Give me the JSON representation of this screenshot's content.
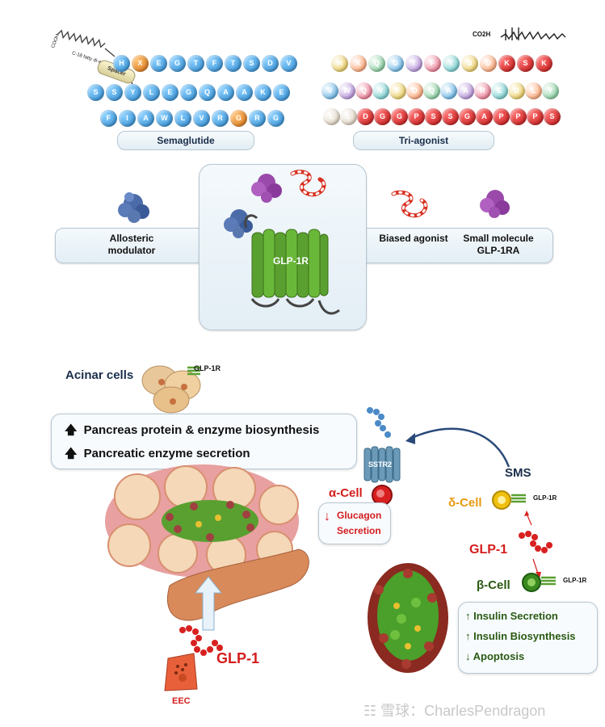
{
  "top": {
    "semaglutide": {
      "label": "Semaglutide",
      "sidechain_cooh": "COOH",
      "sidechain_acid": "C-18 fatty di-acid",
      "spacer": "Spacer",
      "row1": [
        "H",
        "X",
        "E",
        "G",
        "T",
        "F",
        "T",
        "S",
        "D",
        "V"
      ],
      "row2": [
        "E",
        "K",
        "A",
        "A",
        "Q",
        "G",
        "E",
        "L",
        "Y",
        "S",
        "S"
      ],
      "row3": [
        "F",
        "I",
        "A",
        "W",
        "L",
        "V",
        "R",
        "G",
        "R",
        "G"
      ]
    },
    "triagonist": {
      "label": "Tri-agonist",
      "co2h": "CO2H",
      "row1": [
        "H",
        "X",
        "Q",
        "G",
        "T",
        "F",
        "T",
        "S",
        "D",
        "K",
        "S",
        "K"
      ],
      "row2": [
        "V",
        "W",
        "Q",
        "V",
        "F",
        "D",
        "Q",
        "A",
        "A",
        "R",
        "E",
        "D",
        "L",
        "Y"
      ],
      "row3": [
        "L",
        "L",
        "D",
        "G",
        "G",
        "P",
        "S",
        "S",
        "G",
        "A",
        "P",
        "P",
        "P",
        "S"
      ]
    }
  },
  "receptor": {
    "label": "GLP-1R",
    "allosteric": "Allosteric modulator",
    "biased": "Biased agonist",
    "small_molecule": "Small molecule GLP-1RA"
  },
  "bottom": {
    "acinar_cells": "Acinar cells",
    "acinar_glp1r": "GLP-1R",
    "effects": [
      "Pancreas protein & enzyme biosynthesis",
      "Pancreatic enzyme secretion"
    ],
    "sstr2": "SSTR2",
    "alpha_cell": "α-Cell",
    "glucagon": "Glucagon",
    "secretion": "Secretion",
    "sms": "SMS",
    "delta_cell": "δ-Cell",
    "delta_glp1r": "GLP-1R",
    "glp1_mid": "GLP-1",
    "beta_cell": "β-Cell",
    "beta_glp1r": "GLP-1R",
    "beta_effects": [
      "Insulin Secretion",
      "Insulin Biosynthesis",
      "Apoptosis"
    ],
    "beta_effect_dirs": [
      "up",
      "up",
      "down"
    ],
    "glp1_bottom": "GLP-1",
    "eec": "EEC"
  },
  "watermark": "雪球：CharlesPendragon",
  "colors": {
    "blue_bead": "#3aa0e0",
    "orange_bead": "#e88a1c",
    "red_bead": "#d82020",
    "green_receptor": "#5aa030",
    "navy_text": "#1a2e4a",
    "red_text": "#d41c1c",
    "green_text": "#2a5a12",
    "orange_text": "#e89a12"
  }
}
